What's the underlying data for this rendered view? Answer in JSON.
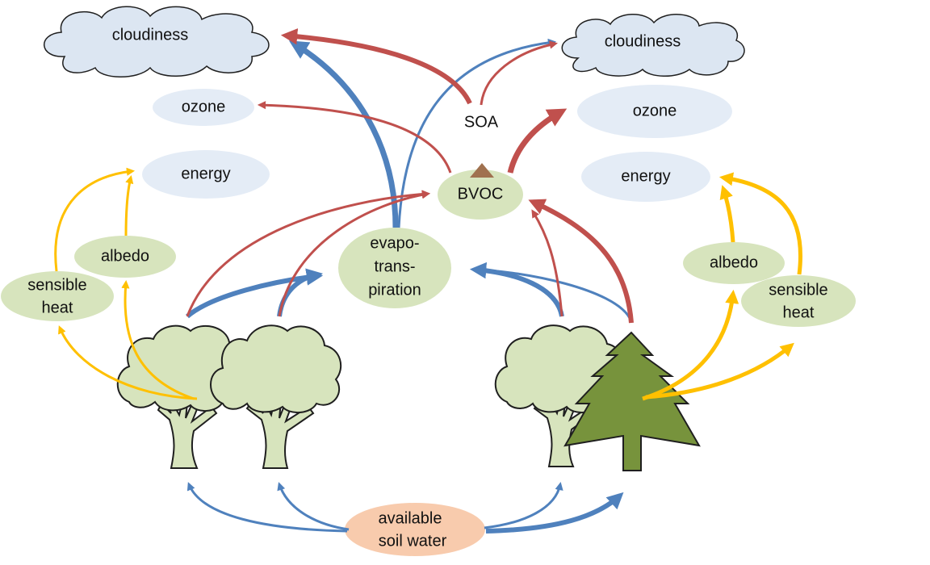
{
  "labels": {
    "cloudiness_left": "cloudiness",
    "cloudiness_right": "cloudiness",
    "ozone_left": "ozone",
    "ozone_right": "ozone",
    "energy_left": "energy",
    "energy_right": "energy",
    "soa": "SOA",
    "bvoc": "BVOC",
    "albedo_left": "albedo",
    "albedo_right": "albedo",
    "sensible_heat_left": [
      "sensible",
      "heat"
    ],
    "sensible_heat_right": [
      "sensible",
      "heat"
    ],
    "evapotranspiration": [
      "evapo-",
      "trans-",
      "piration"
    ],
    "available_soil_water": [
      "available",
      "soil water"
    ]
  },
  "colors": {
    "red_arrow": "#c0504d",
    "blue_arrow": "#4f81bd",
    "yellow_arrow": "#ffc000",
    "cloud_fill": "#dce6f2",
    "light_node_fill": "#e4ecf6",
    "green_node_fill": "#d7e4bd",
    "soil_water_fill": "#f8cbad",
    "broadleaf_tree_fill": "#d7e4bd",
    "conifer_fill": "#77933c",
    "bvoc_marker": "#a0714f"
  }
}
